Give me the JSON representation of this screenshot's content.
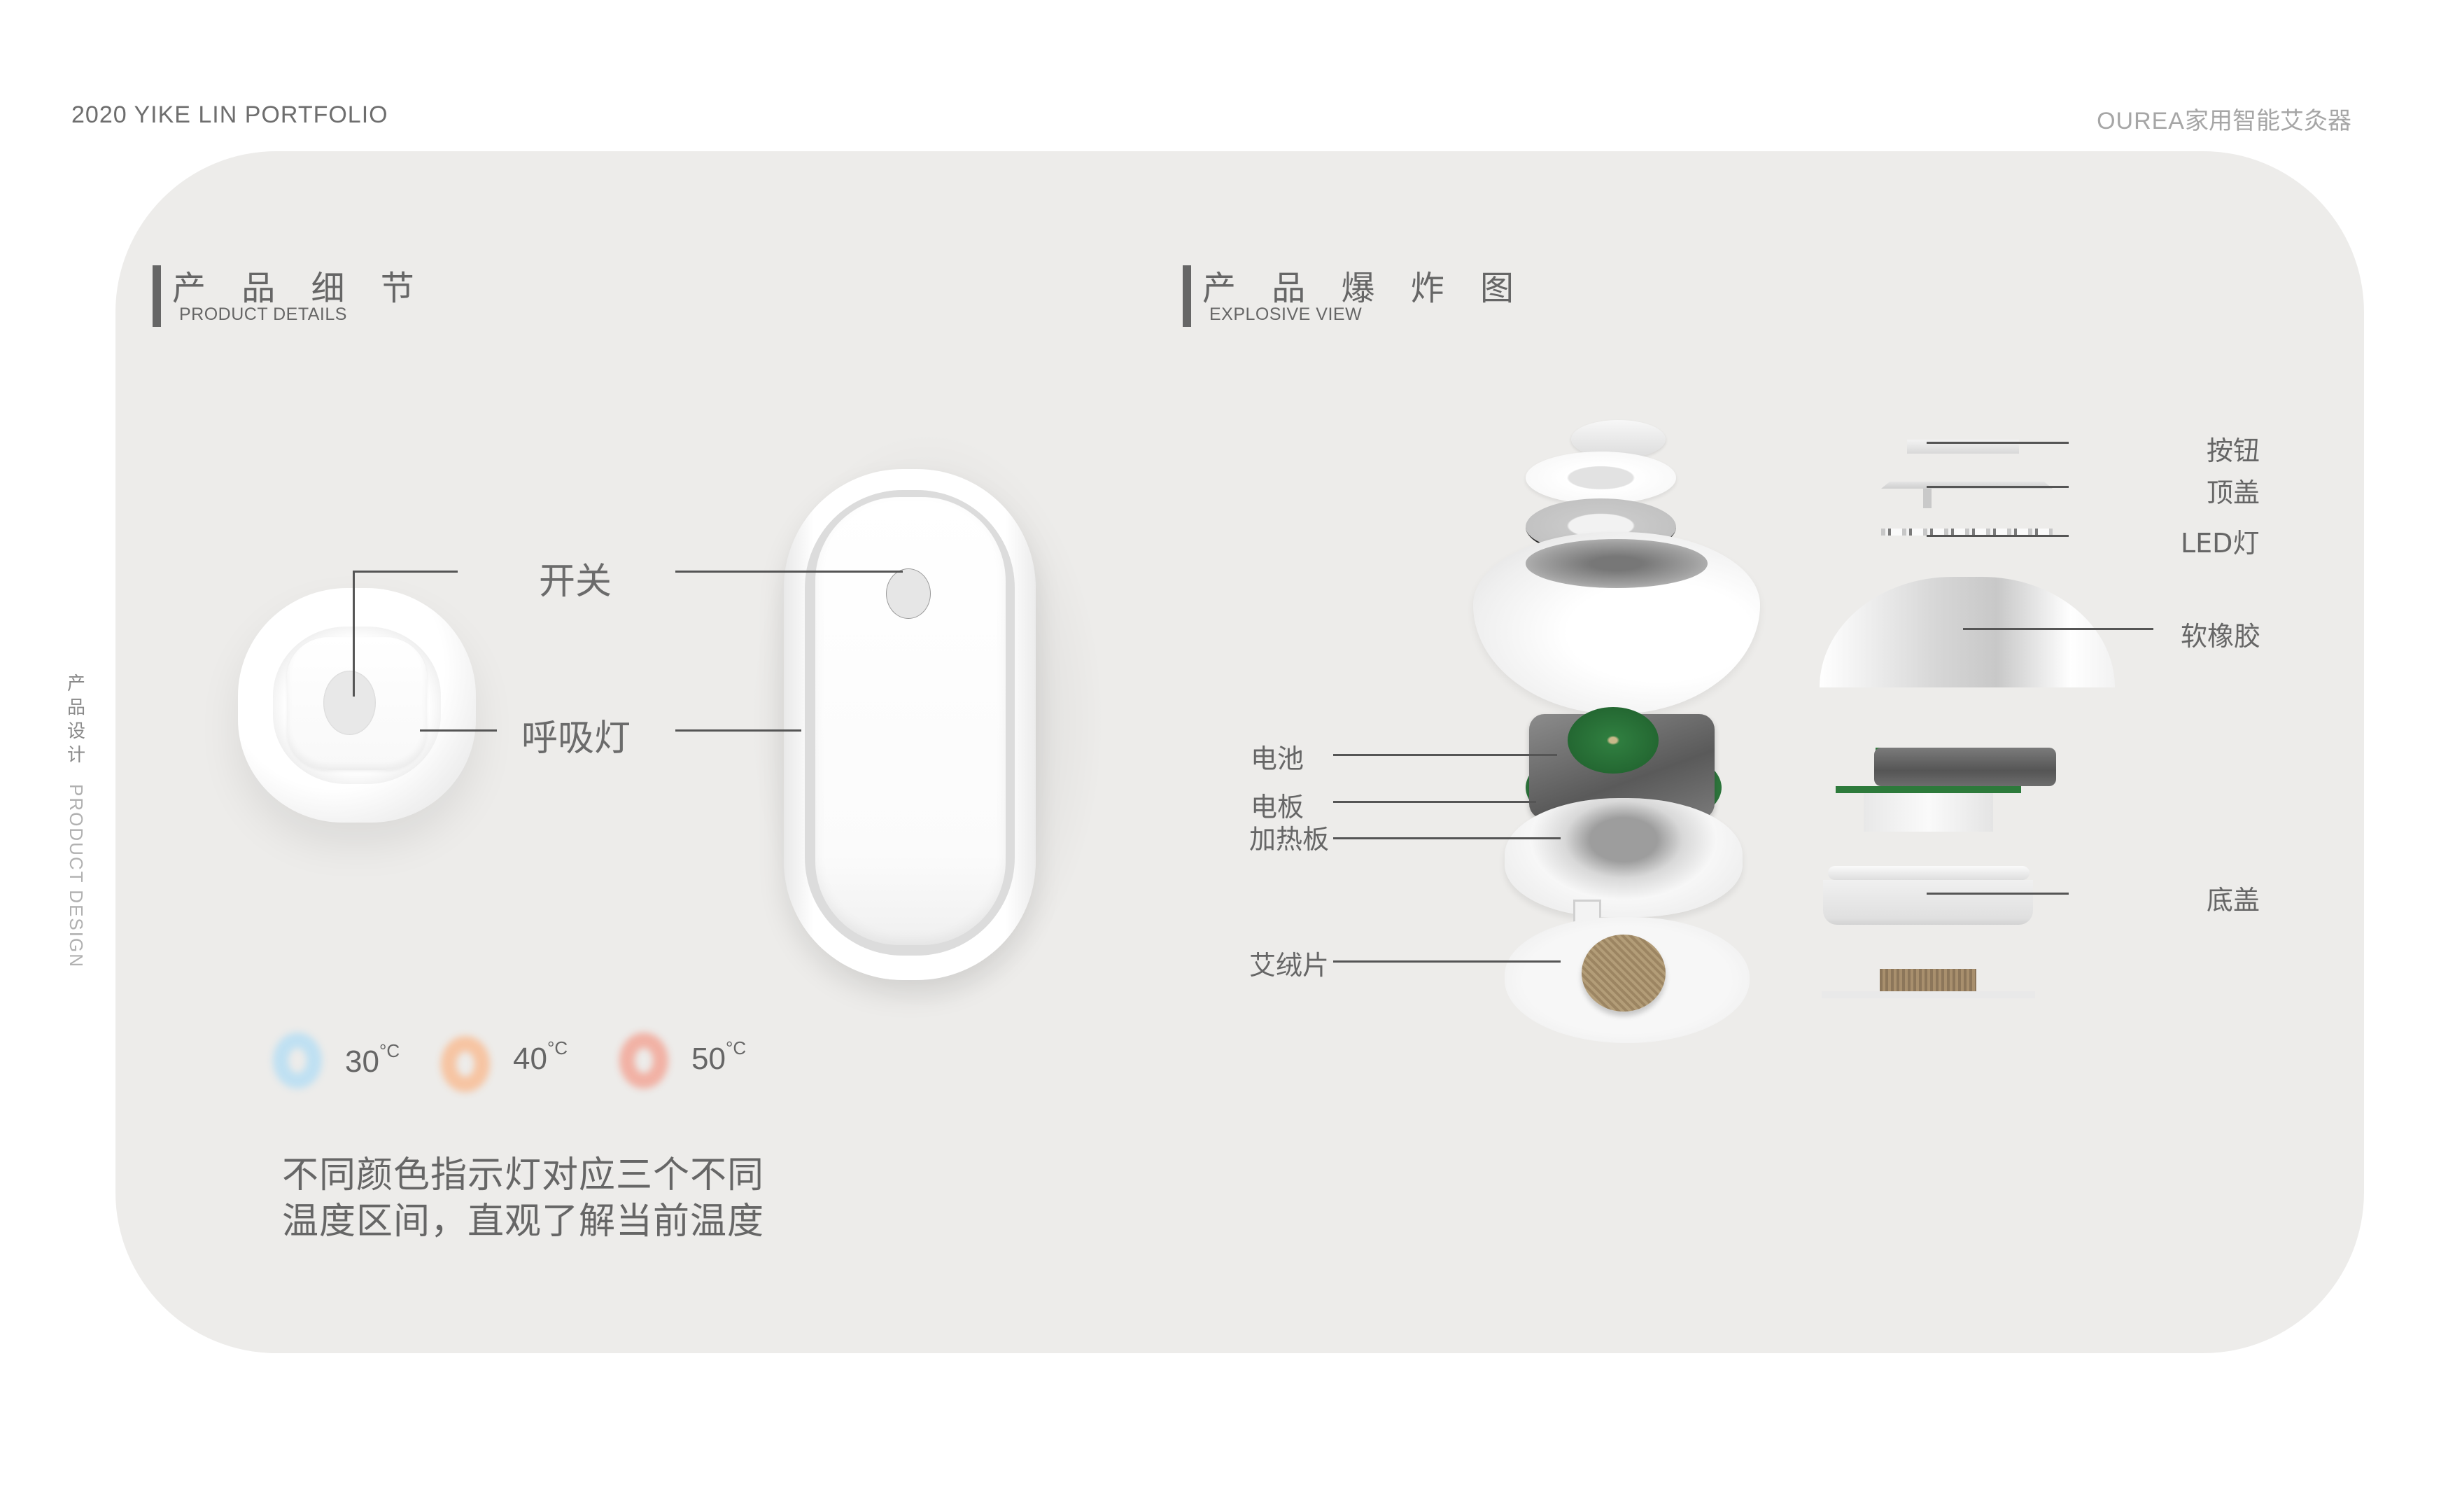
{
  "header": {
    "left_title": "2020 YIKE LIN PORTFOLIO",
    "right_brand": "OUREA",
    "right_product": "家用智能艾灸器"
  },
  "side_label": {
    "cn": [
      "产",
      "品",
      "设",
      "计"
    ],
    "en": "PRODUCT DESIGN"
  },
  "sections": {
    "details": {
      "title_cn": "产 品 细 节",
      "title_en": "PRODUCT DETAILS"
    },
    "explosive": {
      "title_cn": "产 品 爆 炸 图",
      "title_en": "EXPLOSIVE VIEW"
    }
  },
  "details_callouts": {
    "switch": "开关",
    "breathing_light": "呼吸灯"
  },
  "temperatures": [
    {
      "label": "30",
      "unit": "°C",
      "color": "#bfe0f2"
    },
    {
      "label": "40",
      "unit": "°C",
      "color": "#f6c4a2"
    },
    {
      "label": "50",
      "unit": "°C",
      "color": "#f1b1a4"
    }
  ],
  "description": {
    "line1": "不同颜色指示灯对应三个不同",
    "line2": "温度区间，直观了解当前温度"
  },
  "explosive_labels_left": {
    "battery": "电池",
    "circuit_board": "电板",
    "heating_plate": "加热板",
    "moxa_pad": "艾绒片"
  },
  "explosive_labels_right": {
    "button": "按钮",
    "top_cover": "顶盖",
    "led": "LED灯",
    "soft_rubber": "软橡胶",
    "bottom_cover": "底盖"
  },
  "colors": {
    "panel_bg": "#edecea",
    "text_primary": "#666666",
    "pcb_green": "#2e7d3e",
    "moxa_brown": "#a9926e"
  }
}
